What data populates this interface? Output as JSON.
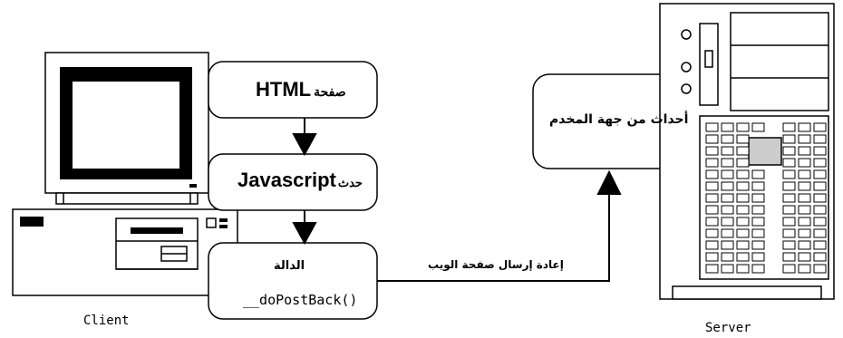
{
  "flow": {
    "html_page": {
      "latin": "HTML",
      "arabic": "صفحة"
    },
    "js_event": {
      "latin": "Javascript",
      "arabic": "حدث"
    },
    "function_box": {
      "title": "الدالة",
      "code": "__doPostBack()"
    },
    "postback_label": "إعادة إرسال صفحة الويب",
    "server_events": "أحداث من جهة المخدم"
  },
  "labels": {
    "client": "Client",
    "server": "Server"
  },
  "icons": [
    "computer-icon",
    "server-icon",
    "arrow-down-icon",
    "arrow-up-icon"
  ]
}
